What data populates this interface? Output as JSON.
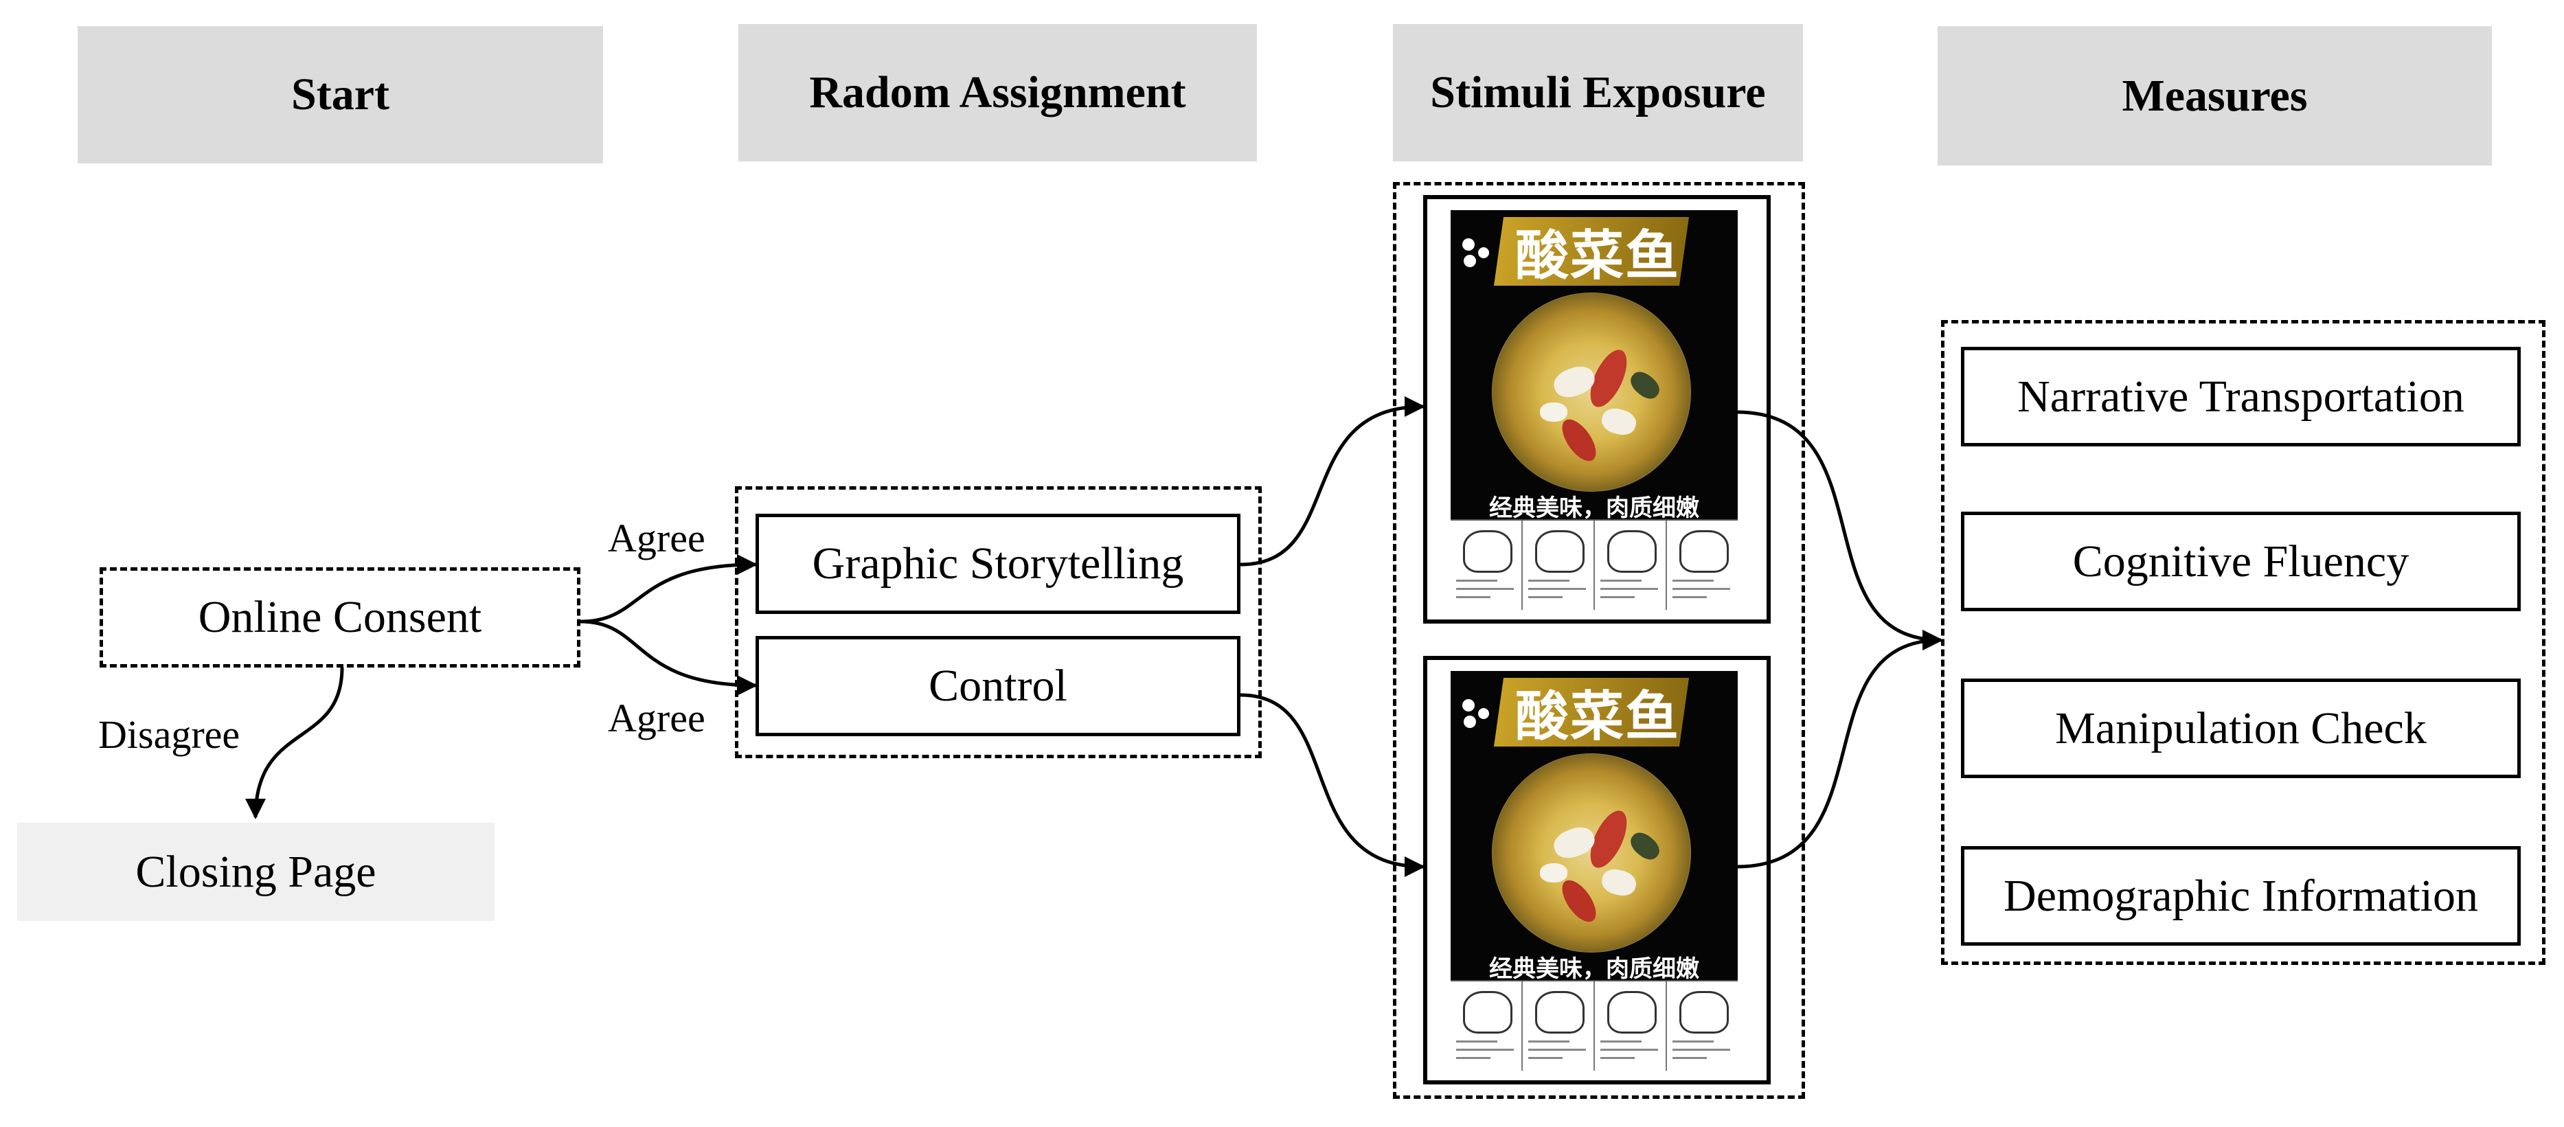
{
  "headers": {
    "start": "Start",
    "assignment": "Radom Assignment",
    "stimuli": "Stimuli Exposure",
    "measures": "Measures"
  },
  "nodes": {
    "consent": "Online Consent",
    "closing": "Closing Page",
    "graphic": "Graphic Storytelling",
    "control": "Control"
  },
  "edge_labels": {
    "agree_top": "Agree",
    "agree_bottom": "Agree",
    "disagree": "Disagree"
  },
  "posters": {
    "top": {
      "title": "酸菜鱼",
      "subtitle": "经典美味，肉质细嫩"
    },
    "bottom": {
      "title": "酸菜鱼",
      "subtitle": "经典美味，肉质细嫩"
    }
  },
  "measures": [
    "Narrative Transportation",
    "Cognitive Fluency",
    "Manipulation Check",
    "Demographic Information"
  ]
}
